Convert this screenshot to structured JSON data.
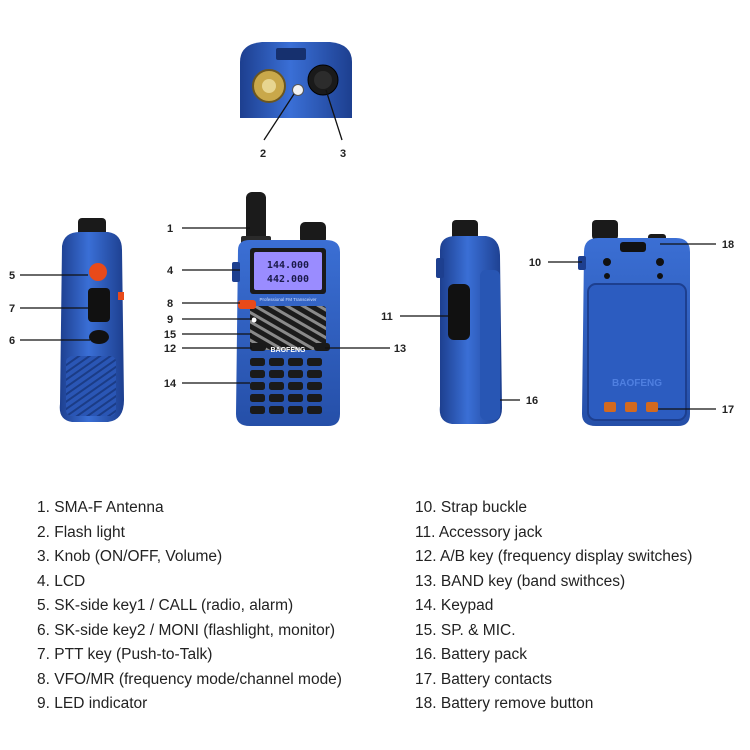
{
  "callouts": [
    {
      "id": "1",
      "name": "antenna"
    },
    {
      "id": "2",
      "name": "flash-light"
    },
    {
      "id": "3",
      "name": "knob"
    },
    {
      "id": "4",
      "name": "lcd"
    },
    {
      "id": "5",
      "name": "sk-side-key1"
    },
    {
      "id": "6",
      "name": "sk-side-key2"
    },
    {
      "id": "7",
      "name": "ptt-key"
    },
    {
      "id": "8",
      "name": "vfo-mr"
    },
    {
      "id": "9",
      "name": "led-indicator"
    },
    {
      "id": "10",
      "name": "strap-buckle"
    },
    {
      "id": "11",
      "name": "accessory-jack"
    },
    {
      "id": "12",
      "name": "ab-key"
    },
    {
      "id": "13",
      "name": "band-key"
    },
    {
      "id": "14",
      "name": "keypad"
    },
    {
      "id": "15",
      "name": "sp-mic"
    },
    {
      "id": "16",
      "name": "battery-pack"
    },
    {
      "id": "17",
      "name": "battery-contacts"
    },
    {
      "id": "18",
      "name": "battery-remove-button"
    }
  ],
  "lcd": {
    "line1": "144.000",
    "line2": "442.000"
  },
  "brand": {
    "front": "BAOFENG",
    "strip": "Professional FM Transceiver",
    "back": "BAOFENG"
  },
  "legend": {
    "left": [
      "1. SMA-F Antenna",
      "2. Flash light",
      "3. Knob (ON/OFF, Volume)",
      "4. LCD",
      "5. SK-side key1 / CALL (radio, alarm)",
      "6. SK-side key2 / MONI (flashlight, monitor)",
      "7. PTT key (Push-to-Talk)",
      "8. VFO/MR (frequency mode/channel mode)",
      "9. LED indicator"
    ],
    "right": [
      "10. Strap buckle",
      "11. Accessory jack",
      "12. A/B key (frequency display switches)",
      "13. BAND key (band swithces)",
      "14. Keypad",
      "15. SP. & MIC.",
      "16. Battery pack",
      "17. Battery contacts",
      "18. Battery remove button"
    ]
  },
  "colors": {
    "body": "#2f5fc4",
    "body_dark": "#1d3f8f",
    "lcd": "#9a8cff",
    "accent": "#e84a1a",
    "contact": "#d2691e"
  }
}
